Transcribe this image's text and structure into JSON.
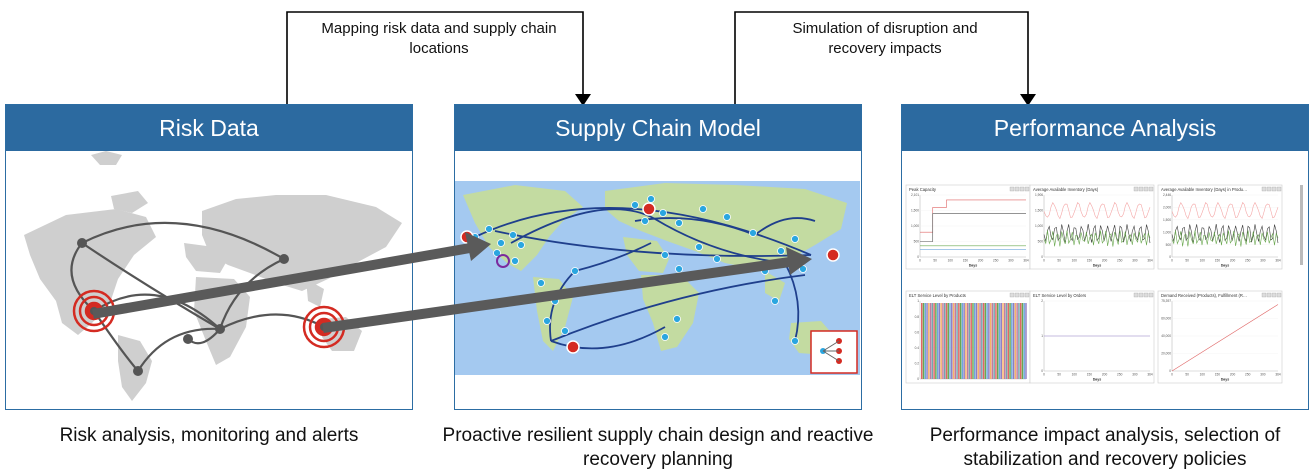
{
  "flows": [
    {
      "label": "Mapping risk data and supply chain locations"
    },
    {
      "label": "Simulation of disruption and recovery impacts"
    }
  ],
  "panels": [
    {
      "title": "Risk Data",
      "caption": "Risk analysis, monitoring and alerts"
    },
    {
      "title": "Supply Chain Model",
      "caption": "Proactive resilient supply chain design and reactive recovery planning"
    },
    {
      "title": "Performance Analysis",
      "caption": "Performance impact analysis, selection of stabilization and recovery policies"
    }
  ],
  "dashboard": {
    "charts": [
      {
        "title": "Peak Capacity",
        "xlabel": "Days",
        "yticks": [
          "2,101",
          "1,500",
          "1,000",
          "500",
          "0"
        ],
        "xticks": [
          "0",
          "50",
          "100",
          "150",
          "200",
          "250",
          "300",
          "364"
        ]
      },
      {
        "title": "Average Available Inventory (Days)",
        "xlabel": "Days",
        "yticks": [
          "1,906",
          "1,500",
          "1,000",
          "500",
          "0"
        ],
        "xticks": [
          "0",
          "50",
          "100",
          "150",
          "200",
          "250",
          "300",
          "364"
        ]
      },
      {
        "title": "Average Available Inventory (Days) in Produ…",
        "xlabel": "Days",
        "yticks": [
          "2,446",
          "2,000",
          "1,500",
          "1,000",
          "500",
          "0"
        ],
        "xticks": [
          "0",
          "50",
          "100",
          "150",
          "200",
          "250",
          "300",
          "364"
        ]
      },
      {
        "title": "ELT Service Level by Products",
        "xlabel": "",
        "yticks": [
          "1",
          "0.8",
          "0.6",
          "0.4",
          "0.2",
          "0"
        ],
        "xticks": []
      },
      {
        "title": "ELT Service Level by Orders",
        "xlabel": "Days",
        "yticks": [
          "2",
          "1",
          "0"
        ],
        "xticks": [
          "0",
          "50",
          "100",
          "150",
          "200",
          "250",
          "300",
          "364"
        ]
      },
      {
        "title": "Demand Received (Products), Fulfillment (R…",
        "xlabel": "Days",
        "yticks": [
          "75,397",
          "60,000",
          "40,000",
          "20,000",
          "0"
        ],
        "xticks": [
          "0",
          "50",
          "100",
          "150",
          "200",
          "250",
          "300",
          "364"
        ]
      }
    ]
  },
  "colors": {
    "header": "#2c6aa0",
    "border": "#2c6da3",
    "arrow": "#5a5a5a",
    "risk_marker": "#d42b22",
    "node": "#2aa6e0",
    "route": "#1f3f8c",
    "ocean": "#a4c9f0",
    "land": "#bfd99a"
  }
}
